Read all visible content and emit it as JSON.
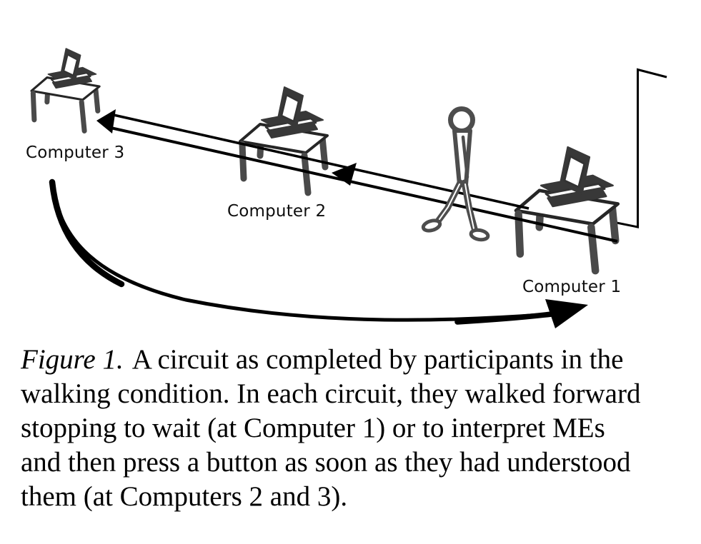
{
  "figure": {
    "stations": {
      "c1": {
        "label": "Computer 1"
      },
      "c2": {
        "label": "Computer 2"
      },
      "c3": {
        "label": "Computer 3"
      }
    },
    "icons": {
      "station": "desk-with-laptop-icon",
      "person": "walking-person-icon",
      "wall": "wall-corner-line",
      "arrows": [
        "arrow-to-computer-3",
        "arrow-to-computer-2",
        "curved-return-arrow"
      ]
    },
    "caption": {
      "prefix": "Figure 1.",
      "lines": [
        "A circuit as completed by participants in the",
        "walking condition. In each circuit, they walked forward",
        "stopping to wait (at Computer 1) or to interpret MEs",
        "and then press a button as soon as they had understood",
        "them (at Computers 2 and 3)."
      ]
    },
    "colors": {
      "ink": "#000000",
      "figure_gray": "#4a4a4a",
      "background": "#ffffff"
    }
  }
}
